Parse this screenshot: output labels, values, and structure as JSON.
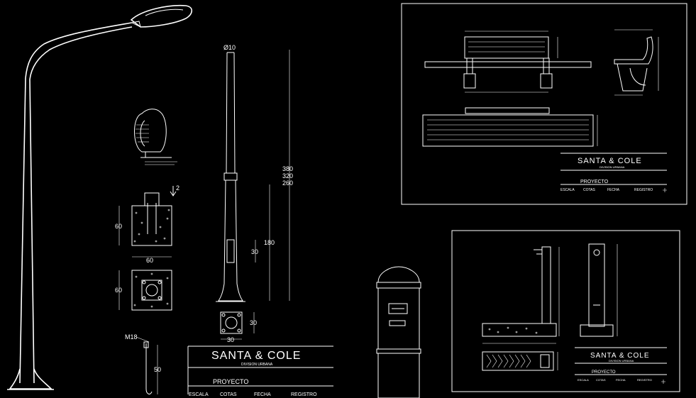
{
  "drawing": {
    "background_color": "#000000",
    "line_color": "#ffffff",
    "streetlight": {
      "lamp_head_label": "",
      "pole_top_dim": "Ø10",
      "height_dims": [
        "380",
        "320",
        "260"
      ],
      "mid_dim": "180",
      "door_dim": "30",
      "base_plate_dim_h": "30",
      "base_plate_dim_w": "30",
      "foundation_height": "60",
      "foundation_width": "60",
      "foundation_plan_height": "60",
      "foundation_level_mark": "2",
      "anchor_bolt_label": "M18",
      "anchor_bolt_length": "50"
    },
    "title_block_main": {
      "company": "SANTA & COLE",
      "division": "DIVISION URBANA",
      "project_label": "PROYECTO",
      "fields": [
        "ESCALA",
        "COTAS",
        "FECHA",
        "REGISTRO"
      ]
    },
    "bench_sheet": {
      "company": "SANTA & COLE",
      "division": "DIVISION URBANA",
      "project_label": "PROYECTO",
      "fields": [
        "ESCALA",
        "COTAS",
        "FECHA",
        "REGISTRO"
      ]
    },
    "bollard_sheet": {
      "company": "SANTA & COLE",
      "division": "DIVISION URBANA",
      "project_label": "PROYECTO",
      "fields": [
        "ESCALA",
        "COTAS",
        "FECHA",
        "REGISTRO"
      ]
    }
  }
}
